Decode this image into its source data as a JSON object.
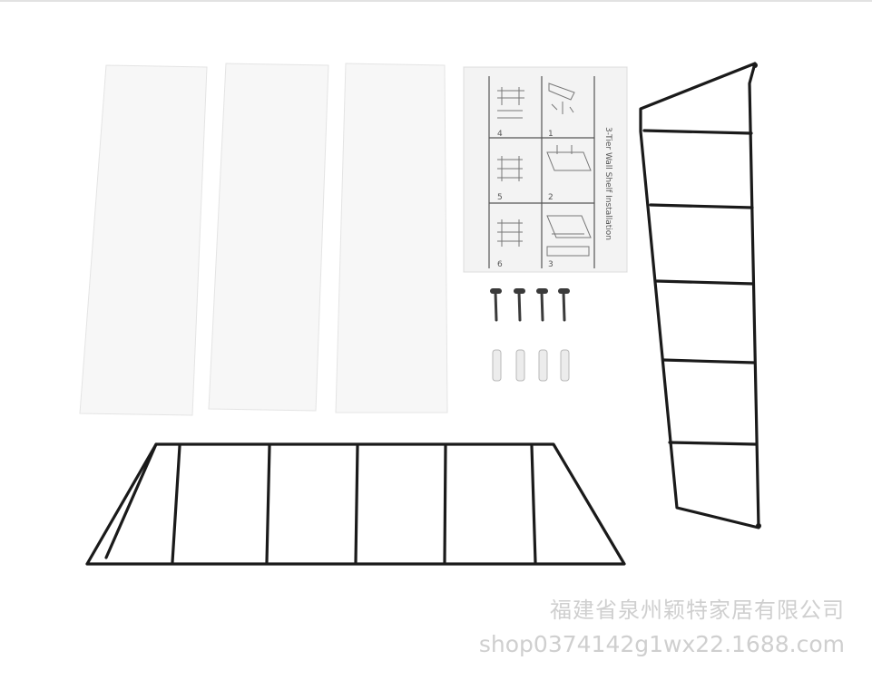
{
  "scene": {
    "description_items": [
      "shelf-board",
      "shelf-board",
      "shelf-board",
      "instruction-sheet",
      "screws",
      "wall-anchors",
      "wire-frame-vertical",
      "wire-frame-horizontal"
    ]
  },
  "manual": {
    "title": "3-Tier Wall Shelf Installation",
    "step_numbers": [
      "1",
      "2",
      "3",
      "4",
      "5",
      "6"
    ]
  },
  "watermark": {
    "company": "福建省泉州颖特家居有限公司",
    "url": "shop0374142g1wx22.1688.com"
  },
  "colors": {
    "frame": "#1a1a1a",
    "board": "#f7f7f7",
    "watermark": "#cfcfcf"
  }
}
